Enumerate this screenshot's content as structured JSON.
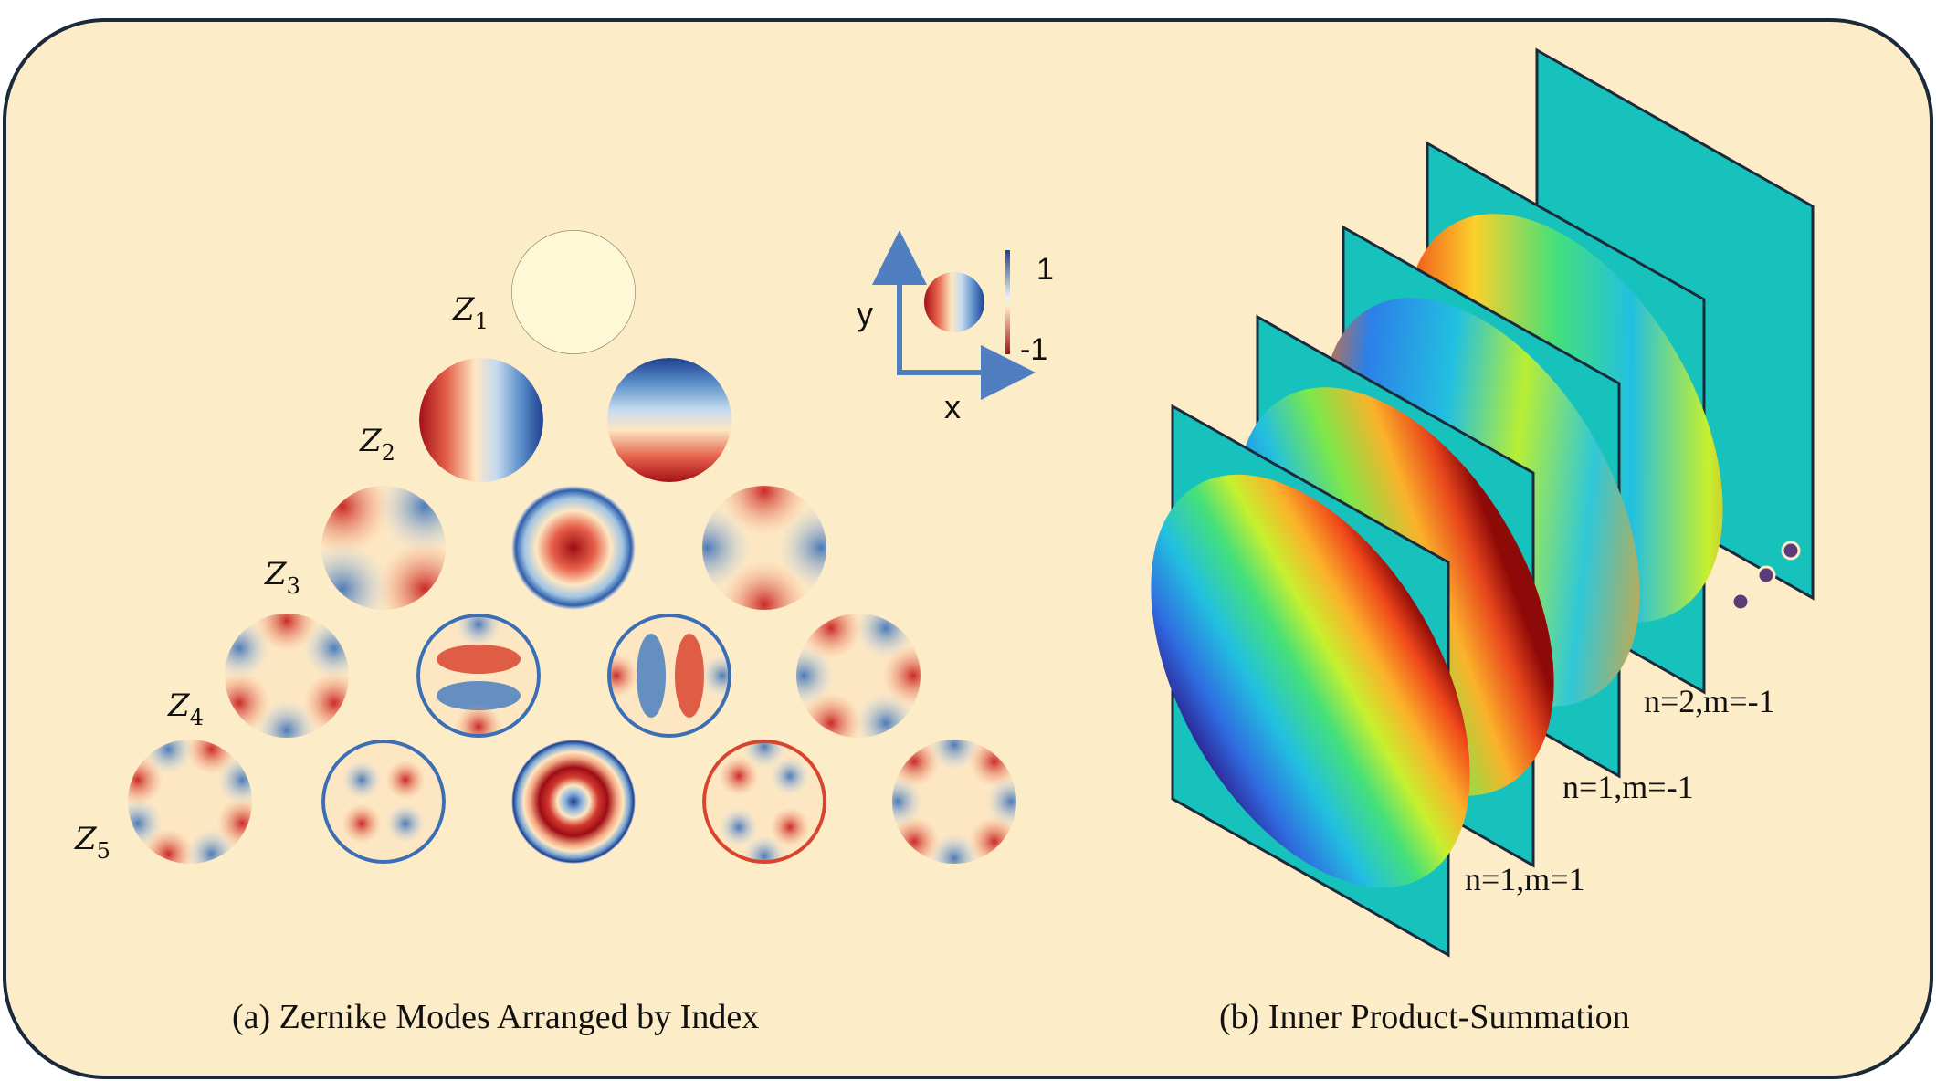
{
  "panel_a": {
    "caption": "(a) Zernike Modes Arranged by Index",
    "row_labels": [
      {
        "base": "Z",
        "sub": "1"
      },
      {
        "base": "Z",
        "sub": "2"
      },
      {
        "base": "Z",
        "sub": "3"
      },
      {
        "base": "Z",
        "sub": "4"
      },
      {
        "base": "Z",
        "sub": "5"
      }
    ],
    "modes": [
      {
        "name": "mode-z1-1"
      },
      {
        "name": "mode-z2-1"
      },
      {
        "name": "mode-z2-2"
      },
      {
        "name": "mode-z3-1"
      },
      {
        "name": "mode-z3-2"
      },
      {
        "name": "mode-z3-3"
      },
      {
        "name": "mode-z4-1"
      },
      {
        "name": "mode-z4-2"
      },
      {
        "name": "mode-z4-3"
      },
      {
        "name": "mode-z4-4"
      },
      {
        "name": "mode-z5-1"
      },
      {
        "name": "mode-z5-2"
      },
      {
        "name": "mode-z5-3"
      },
      {
        "name": "mode-z5-4"
      },
      {
        "name": "mode-z5-5"
      }
    ],
    "inset": {
      "y_axis": "y",
      "x_axis": "x",
      "scale_max": "1",
      "scale_min": "-1"
    }
  },
  "panel_b": {
    "caption": "(b) Inner Product-Summation",
    "plane_labels": [
      "n=1,m=1",
      "n=1,m=-1",
      "n=2,m=-1"
    ]
  },
  "colors": {
    "background": "#fdecc8",
    "border": "#1b2a3a",
    "plane": "#17c2bd",
    "arrow": "#4f7fc0",
    "dots": "#5c3b78"
  }
}
